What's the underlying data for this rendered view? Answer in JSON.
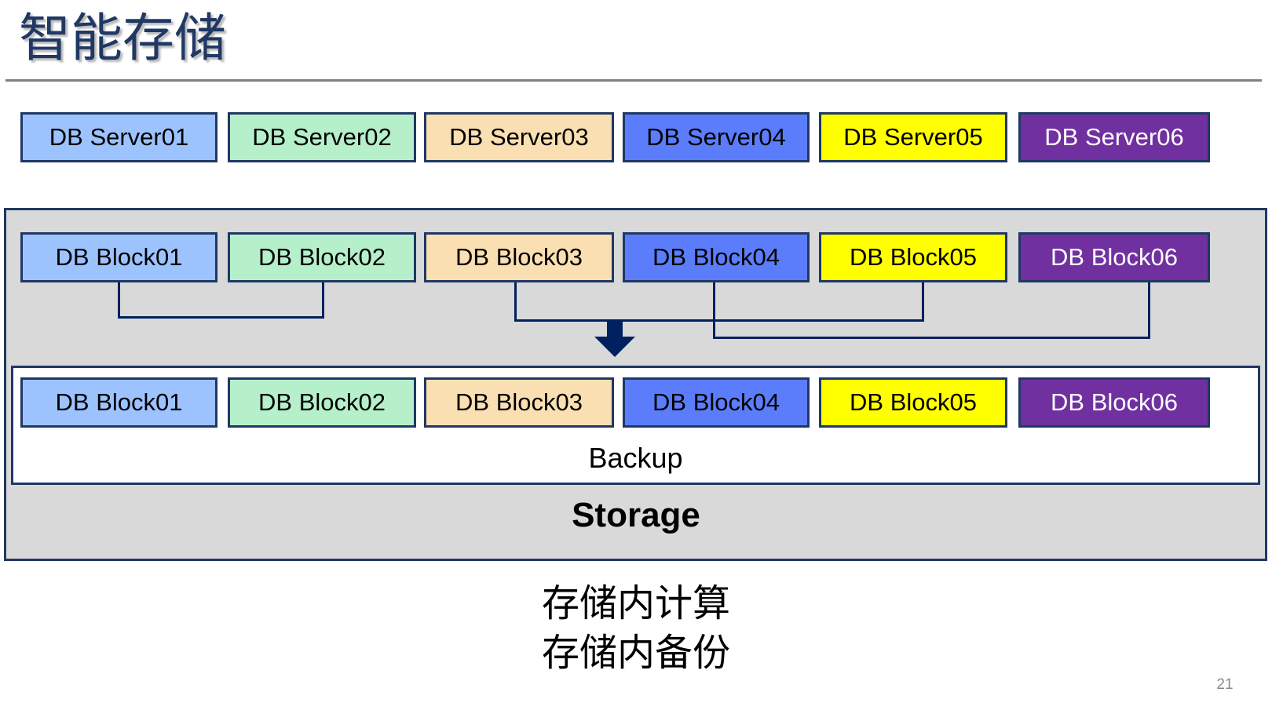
{
  "slide": {
    "title": "智能存储",
    "page_number": "21"
  },
  "colors": {
    "title": "#1F3864",
    "border": "#1F3864",
    "connector": "#002060",
    "storage_bg": "#D9D9D9",
    "backup_bg": "#FFFFFF",
    "block_1": "#9DC3FF",
    "block_2": "#B5F0CB",
    "block_3": "#FADFB2",
    "block_4": "#5B7DFB",
    "block_5": "#FFFF00",
    "block_6": "#7030A0",
    "rule": "#808080",
    "page_number": "#8A8A8A"
  },
  "servers": [
    {
      "label": "DB Server01",
      "color_key": "c1"
    },
    {
      "label": "DB Server02",
      "color_key": "c2"
    },
    {
      "label": "DB Server03",
      "color_key": "c3"
    },
    {
      "label": "DB Server04",
      "color_key": "c4"
    },
    {
      "label": "DB Server05",
      "color_key": "c5"
    },
    {
      "label": "DB Server06",
      "color_key": "c6"
    }
  ],
  "storage": {
    "label": "Storage",
    "primary_blocks": [
      {
        "label": "DB Block01",
        "color_key": "c1"
      },
      {
        "label": "DB Block02",
        "color_key": "c2"
      },
      {
        "label": "DB Block03",
        "color_key": "c3"
      },
      {
        "label": "DB Block04",
        "color_key": "c4"
      },
      {
        "label": "DB Block05",
        "color_key": "c5"
      },
      {
        "label": "DB Block06",
        "color_key": "c6"
      }
    ],
    "backup": {
      "label": "Backup",
      "blocks": [
        {
          "label": "DB Block01",
          "color_key": "c1"
        },
        {
          "label": "DB Block02",
          "color_key": "c2"
        },
        {
          "label": "DB Block03",
          "color_key": "c3"
        },
        {
          "label": "DB Block04",
          "color_key": "c4"
        },
        {
          "label": "DB Block05",
          "color_key": "c5"
        },
        {
          "label": "DB Block06",
          "color_key": "c6"
        }
      ]
    },
    "arrow": "down-arrow"
  },
  "captions": {
    "line1": "存储内计算",
    "line2": "存储内备份"
  }
}
